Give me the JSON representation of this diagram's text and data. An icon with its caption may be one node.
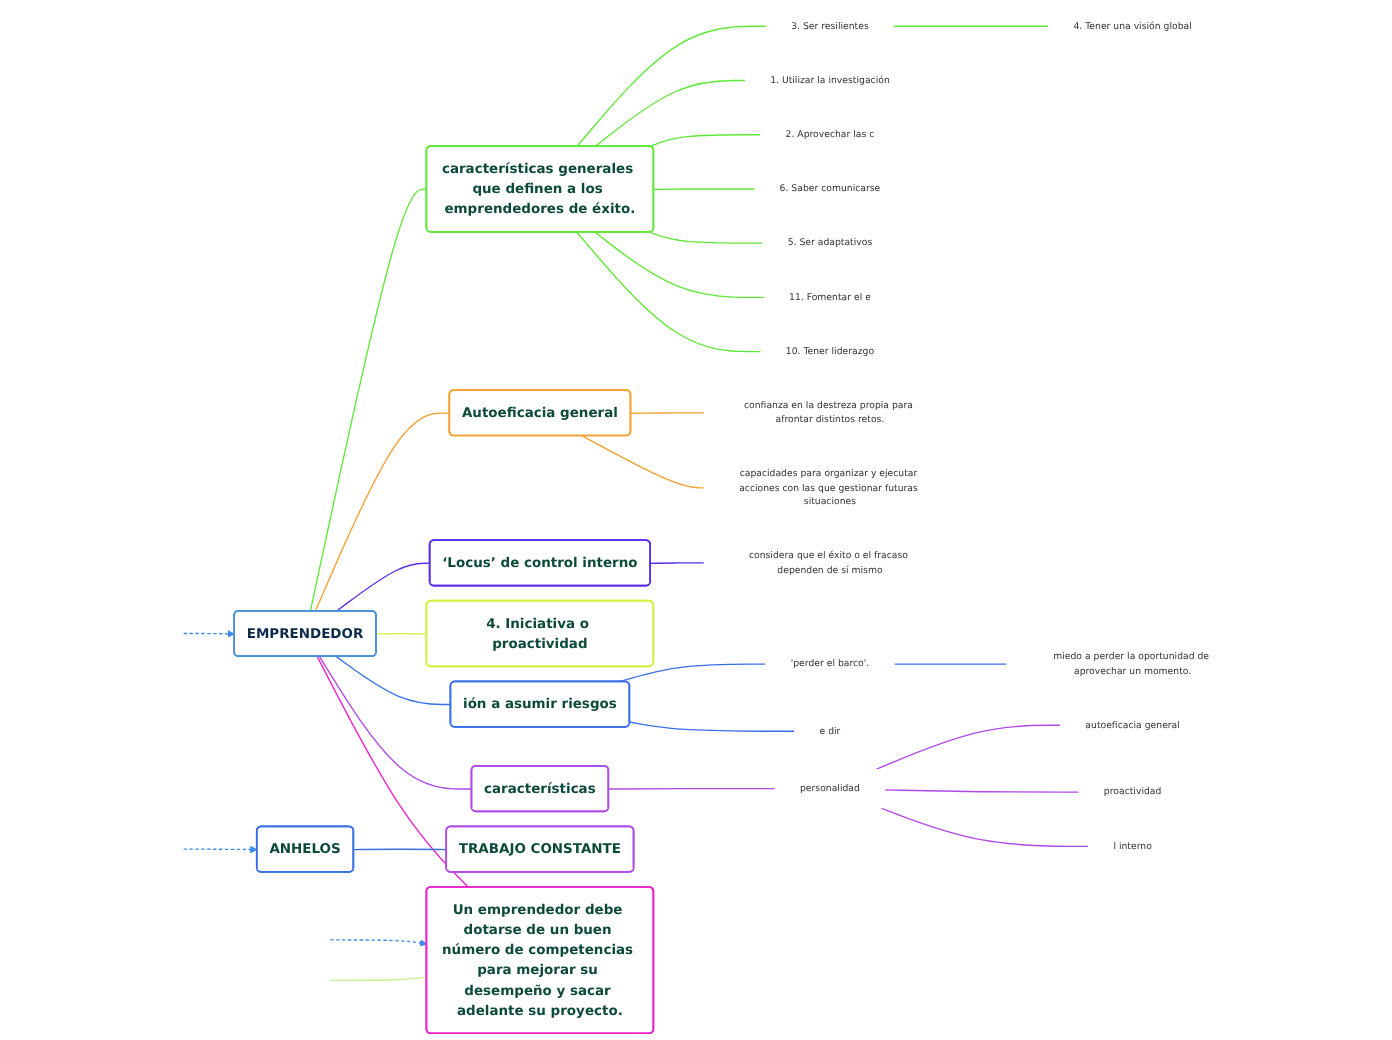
{
  "diagram": {
    "nodes": [
      {
        "text": [
          "EMPRENDEDOR"
        ]
      },
      {
        "text": [
          "ión a asumir riesgos"
        ]
      },
      {
        "text": [
          "e dir"
        ]
      },
      {
        "text": [
          "'perder el barco'."
        ]
      },
      {
        "text": [
          "miedo a perder la oportunidad de aprovechar un momento."
        ]
      },
      {
        "text": [
          "considera que el éxito o el fracaso dependen de sí mismo"
        ]
      },
      {
        "text": [
          "‘Locus’ de control interno"
        ]
      },
      {
        "text": [
          "capacidades para organizar y ejecutar acciones con las que gestionar futuras situaciones"
        ]
      },
      {
        "text": [
          "confianza en la destreza propia para afrontar distintos retos."
        ]
      },
      {
        "text": [
          "Autoeficacia general"
        ]
      },
      {
        "text": [
          "4. Iniciativa o proactividad"
        ]
      },
      {
        "text": [
          "l interno"
        ]
      },
      {
        "text": [
          "proactividad"
        ]
      },
      {
        "text": [
          "autoeficacia general"
        ]
      },
      {
        "text": [
          "personalidad"
        ]
      },
      {
        "text": [
          "características"
        ]
      },
      {
        "text": [
          "TRABAJO CONSTANTE"
        ]
      },
      {
        "text": [
          "ANHELOS"
        ]
      },
      {
        "text": [
          "Un emprendedor debe dotarse de un buen número de competencias para mejorar su desempeño y sacar adelante su proyecto."
        ]
      },
      {
        "text": [
          "características generales que definen a los emprendedores de éxito."
        ]
      },
      {
        "text": [
          "10. Tener liderazgo"
        ]
      },
      {
        "text": [
          "11. Fomentar el e"
        ]
      },
      {
        "text": [
          "5. Ser adaptativos"
        ]
      },
      {
        "text": [
          "6. Saber comunicarse"
        ]
      },
      {
        "text": [
          "2. Aprovechar las c"
        ]
      },
      {
        "text": [
          "1. Utilizar la investigación"
        ]
      },
      {
        "text": [
          "4. Tener una visión global"
        ]
      },
      {
        "text": [
          "3. Ser resilientes"
        ]
      }
    ],
    "edges": [
      {
        "from": 0,
        "to": 18,
        "arrow": "none",
        "color": "#f020c8"
      },
      {
        "from": 0,
        "to": 15,
        "arrow": "none",
        "color": "#b04ae8"
      },
      {
        "from": 15,
        "to": 14,
        "arrow": "none",
        "color": "#b04ae8"
      },
      {
        "from": 14,
        "to": 11,
        "arrow": "none",
        "color": "#b04ae8"
      },
      {
        "from": 14,
        "to": 12,
        "arrow": "none",
        "color": "#b04ae8"
      },
      {
        "from": 14,
        "to": 13,
        "arrow": "none",
        "color": "#b04ae8"
      },
      {
        "from": 0,
        "to": 1,
        "arrow": "none",
        "color": "#3a6fe8"
      },
      {
        "from": 1,
        "to": 2,
        "arrow": "none",
        "color": "#3a6fe8"
      },
      {
        "from": 1,
        "to": 3,
        "arrow": "none",
        "color": "#3a6fe8"
      },
      {
        "from": 3,
        "to": 4,
        "arrow": "none",
        "color": "#3a6fe8"
      },
      {
        "from": 0,
        "to": 10,
        "arrow": "none",
        "color": "#d4f040"
      },
      {
        "from": 0,
        "to": 6,
        "arrow": "none",
        "color": "#5a2ee8"
      },
      {
        "from": 6,
        "to": 5,
        "arrow": "none",
        "color": "#5a2ee8"
      },
      {
        "from": 0,
        "to": 9,
        "arrow": "none",
        "color": "#f5a030"
      },
      {
        "from": 9,
        "to": 7,
        "arrow": "none",
        "color": "#f5a030"
      },
      {
        "from": 9,
        "to": 8,
        "arrow": "none",
        "color": "#f5a030"
      },
      {
        "from": 0,
        "to": 19,
        "arrow": "none",
        "color": "#60e838"
      },
      {
        "from": 19,
        "to": 20,
        "arrow": "none",
        "color": "#60e838"
      },
      {
        "from": 19,
        "to": 21,
        "arrow": "none",
        "color": "#60e838"
      },
      {
        "from": 19,
        "to": 22,
        "arrow": "none",
        "color": "#60e838"
      },
      {
        "from": 19,
        "to": 23,
        "arrow": "none",
        "color": "#60e838"
      },
      {
        "from": 19,
        "to": 24,
        "arrow": "none",
        "color": "#60e838"
      },
      {
        "from": 19,
        "to": 25,
        "arrow": "none",
        "color": "#60e838"
      },
      {
        "from": 19,
        "to": 27,
        "arrow": "none",
        "color": "#60e838"
      },
      {
        "from": 27,
        "to": 26,
        "arrow": "none",
        "color": "#60e838"
      },
      {
        "from": 17,
        "to": 16,
        "arrow": "none",
        "color": "#3a6fe8"
      },
      {
        "from": null,
        "to": 0,
        "arrow": "to",
        "style": "dashed",
        "color": "#3a8ae8"
      },
      {
        "from": null,
        "to": 17,
        "arrow": "to",
        "style": "dashed",
        "color": "#3a8ae8"
      },
      {
        "from": null,
        "to": 18,
        "arrow": "to",
        "style": "dashed",
        "color": "#3a8ae8"
      },
      {
        "from": null,
        "to": 18,
        "arrow": "none",
        "color": "#c8f08a"
      }
    ]
  }
}
